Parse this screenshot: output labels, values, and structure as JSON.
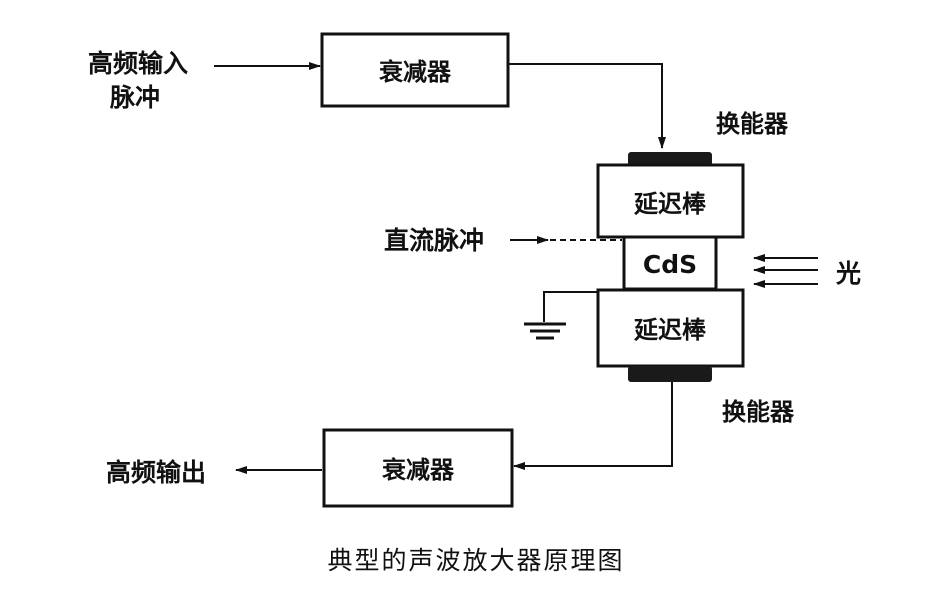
{
  "inputs": {
    "hf_input_line1": "高频输入",
    "hf_input_line2": "脉冲",
    "dc_pulse": "直流脉冲",
    "light": "光"
  },
  "blocks": {
    "attenuator_top": "衰减器",
    "attenuator_bottom": "衰减器",
    "delay_rod_top": "延迟棒",
    "delay_rod_bottom": "延迟棒",
    "cds": "CdS"
  },
  "transducers": {
    "top": "换能器",
    "bottom": "换能器"
  },
  "outputs": {
    "hf_output": "高频输出"
  },
  "caption": "典型的声波放大器原理图"
}
